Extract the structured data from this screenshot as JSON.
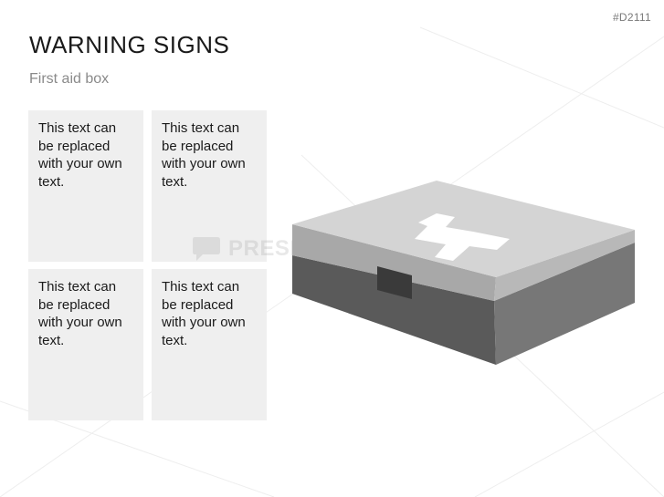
{
  "slide": {
    "id": "#D2111",
    "title": "WARNING SIGNS",
    "subtitle": "First aid box"
  },
  "text_boxes": [
    {
      "text": "This text can be replaced with your own text."
    },
    {
      "text": "This text can be replaced with your own text."
    },
    {
      "text": "This text can be replaced with your own text."
    },
    {
      "text": "This text can be replaced with your own text."
    }
  ],
  "watermark": {
    "text": "PRESENTATIONLOAD"
  },
  "illustration": {
    "icon": "first-aid-box-icon",
    "colors": {
      "lid_top": "#d4d4d4",
      "lid_edge": "#a8a8a8",
      "body_front": "#5a5a5a",
      "body_side": "#777777",
      "latch": "#3a3a3a",
      "cross": "#ffffff"
    }
  }
}
